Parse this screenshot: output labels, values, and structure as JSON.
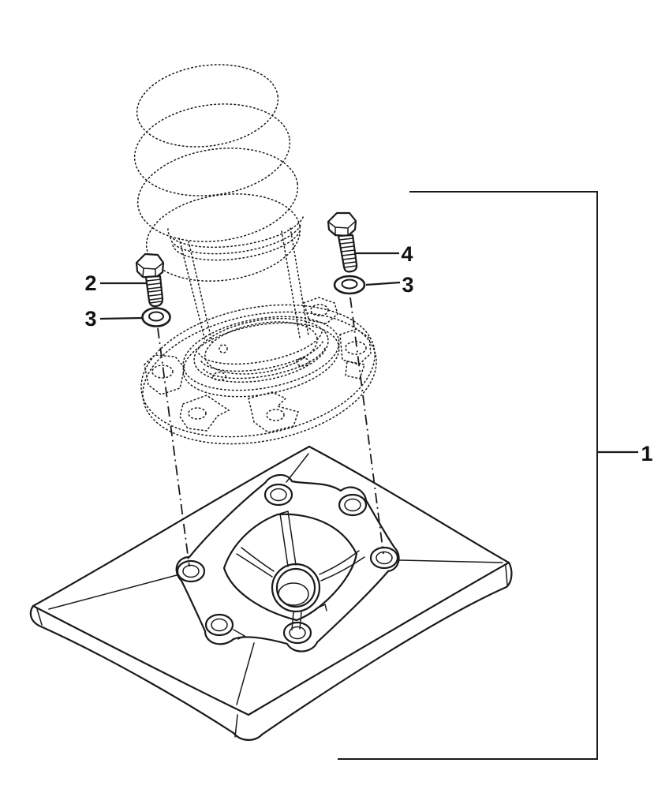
{
  "diagram": {
    "colors": {
      "line": "#1a1a1a",
      "background": "#ffffff"
    },
    "callouts": {
      "plate": {
        "label": "1"
      },
      "bolt_left": {
        "label": "2"
      },
      "washer_left": {
        "label": "3"
      },
      "bolt_right": {
        "label": "4"
      },
      "washer_right": {
        "label": "3"
      }
    }
  }
}
